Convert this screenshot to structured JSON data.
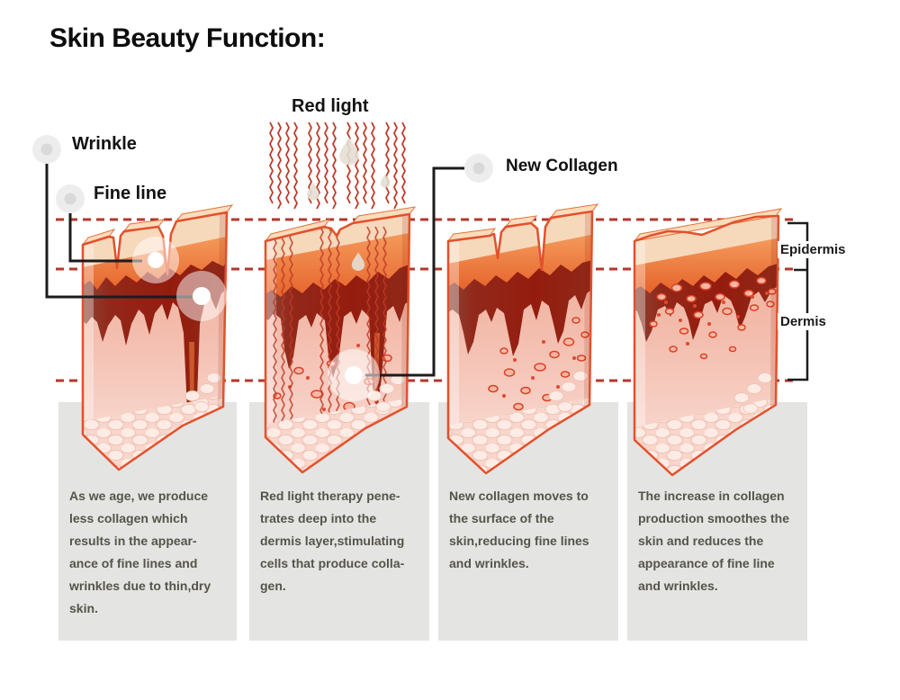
{
  "title": "Skin Beauty Function:",
  "callout_labels": {
    "wrinkle": "Wrinkle",
    "fine_line": "Fine line",
    "red_light": "Red light",
    "new_collagen": "New Collagen"
  },
  "side_labels": {
    "epidermis": "Epidermis",
    "dermis": "Dermis"
  },
  "panels": [
    {
      "lines": [
        "As we age, we produce",
        "less collagen which",
        "results in the appear-",
        "ance of fine lines and",
        "wrinkles due to thin,dry",
        "skin."
      ]
    },
    {
      "lines": [
        "Red light therapy pene-",
        "trates deep into the",
        "dermis layer,stimulating",
        "cells that produce colla-",
        "gen."
      ]
    },
    {
      "lines": [
        "New collagen moves to",
        "the surface of the",
        "skin,reducing fine lines",
        "and wrinkles."
      ]
    },
    {
      "lines": [
        "The increase in collagen",
        "production smoothes the",
        "skin and reduces the",
        "appearance of fine line",
        "and wrinkles."
      ]
    }
  ],
  "colors": {
    "dashed_guide": "#b5372b",
    "block_outline": "#e2512b",
    "red_light_ray": "#bd3a26",
    "connector_line": "#1c1c1c",
    "panel_background": "#e4e4e2",
    "panel_text": "#55544a"
  }
}
